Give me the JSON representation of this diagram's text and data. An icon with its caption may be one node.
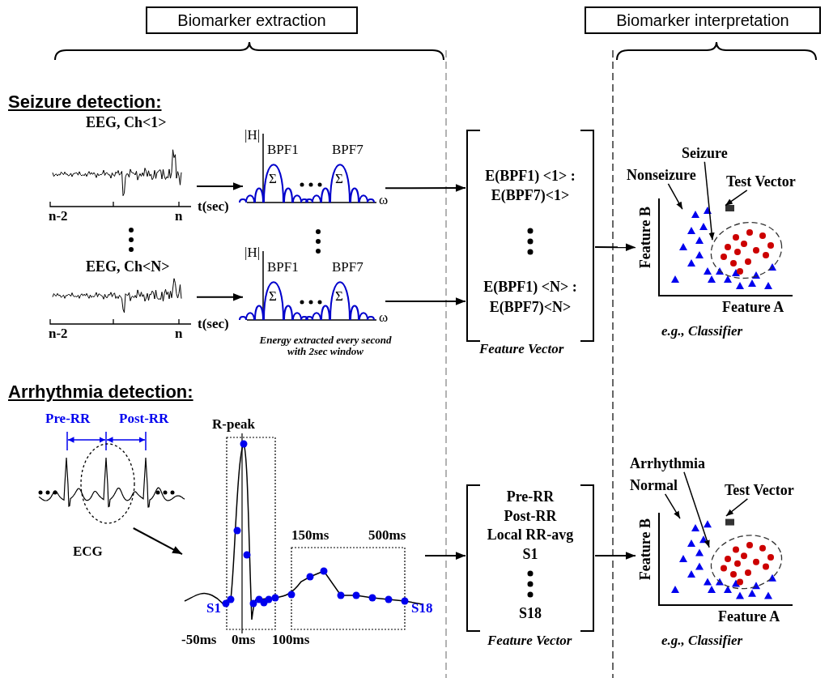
{
  "diagram": {
    "nodes": [
      {
        "text": [
          "Biomarker extraction"
        ]
      },
      {
        "text": [
          "Biomarker interpretation"
        ]
      },
      {
        "text": [
          "EEG, Ch<1>"
        ]
      },
      {
        "text": [],
        "shape": "picture"
      },
      {
        "text": [
          "E(BPF1) <1> :",
          "E(BPF7)<1>",
          "E(BPF1) <N> :",
          "E(BPF7)<N>"
        ],
        "beside": [
          "Feature Vector"
        ]
      },
      {
        "text": [
          "Seizure"
        ]
      },
      {
        "text": [
          "Nonseizure"
        ]
      },
      {
        "text": [
          "Test Vector"
        ]
      },
      {
        "text": [
          "Feature B",
          "Feature A"
        ],
        "beside": [
          "e.g., Classifier"
        ]
      },
      {
        "text": [
          "EEG, Ch<N>"
        ]
      },
      {
        "text": [],
        "shape": "picture",
        "beside": [
          "Energy extracted every second with 2sec window"
        ]
      },
      {
        "text": [],
        "shape": "picture",
        "beside": [
          "ECG"
        ]
      },
      {
        "text": [],
        "shape": "picture"
      },
      {
        "text": [
          "Pre-RR",
          "Post-RR",
          "Local RR-avg",
          "S1",
          "S18"
        ],
        "beside": [
          "Feature Vector"
        ]
      },
      {
        "text": [
          "Arrhythmia"
        ]
      },
      {
        "text": [
          "Normal"
        ]
      },
      {
        "text": [
          "Test Vector"
        ]
      },
      {
        "text": [
          "Feature B",
          "Feature A"
        ],
        "beside": [
          "e.g., Classifier"
        ]
      }
    ],
    "edges": [
      {
        "from": 2,
        "to": 3,
        "arrow": "to"
      },
      {
        "from": 9,
        "to": 10,
        "arrow": "to"
      },
      {
        "from": 3,
        "to": 4,
        "arrow": "to"
      },
      {
        "from": 10,
        "to": 4,
        "arrow": "to"
      },
      {
        "from": 4,
        "to": 8,
        "arrow": "to"
      },
      {
        "from": 5,
        "to": 8,
        "arrow": "to"
      },
      {
        "from": 6,
        "to": 8,
        "arrow": "to"
      },
      {
        "from": 7,
        "to": 8,
        "arrow": "to"
      },
      {
        "from": 11,
        "to": 12,
        "arrow": "to"
      },
      {
        "from": 12,
        "to": 13,
        "arrow": "to"
      },
      {
        "from": 13,
        "to": 17,
        "arrow": "to"
      },
      {
        "from": 14,
        "to": 17,
        "arrow": "to"
      },
      {
        "from": 15,
        "to": 17,
        "arrow": "to"
      },
      {
        "from": 16,
        "to": 17,
        "arrow": "to"
      }
    ],
    "labels": [
      "Seizure detection:",
      "n-2",
      "n",
      "t(sec)",
      "|H|",
      "BPF1",
      "BPF7",
      "Σ",
      "Σ",
      "ω",
      "n-2",
      "n",
      "t(sec)",
      "|H|",
      "BPF1",
      "BPF7",
      "Σ",
      "Σ",
      "ω",
      "Arrhythmia detection:",
      "Pre-RR",
      "Post-RR",
      "R-peak",
      "150ms",
      "500ms",
      "S1",
      "S18",
      "-50ms",
      "0ms",
      "100ms"
    ]
  }
}
